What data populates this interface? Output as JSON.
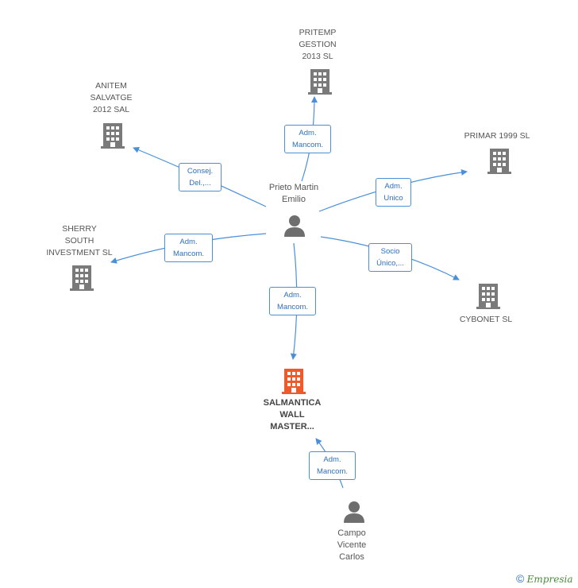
{
  "nodes": {
    "pritemp": "PRITEMP\nGESTION\n2013  SL",
    "anitem": "ANITEM\nSALVATGE\n2012 SAL",
    "primar": "PRIMAR 1999 SL",
    "sherry": "SHERRY\nSOUTH\nINVESTMENT SL",
    "cybonet": "CYBONET  SL",
    "salmantica": "SALMANTICA\nWALL\nMASTER...",
    "prieto": "Prieto Martin\nEmilio",
    "campo": "Campo\nVicente\nCarlos"
  },
  "edges": {
    "pritemp": "Adm.\nMancom.",
    "anitem": "Consej.\nDel.,...",
    "primar": "Adm.\nUnico",
    "sherry": "Adm.\nMancom.",
    "cybonet": "Socio\nÚnico,...",
    "salmantica": "Adm.\nMancom.",
    "campo": "Adm.\nMancom."
  },
  "colors": {
    "building": "#7a7a7a",
    "building_main": "#f05a28",
    "person": "#6e6e6e",
    "edge": "#4a90d9"
  },
  "watermark": {
    "symbol": "©",
    "brand": "Empresia"
  }
}
